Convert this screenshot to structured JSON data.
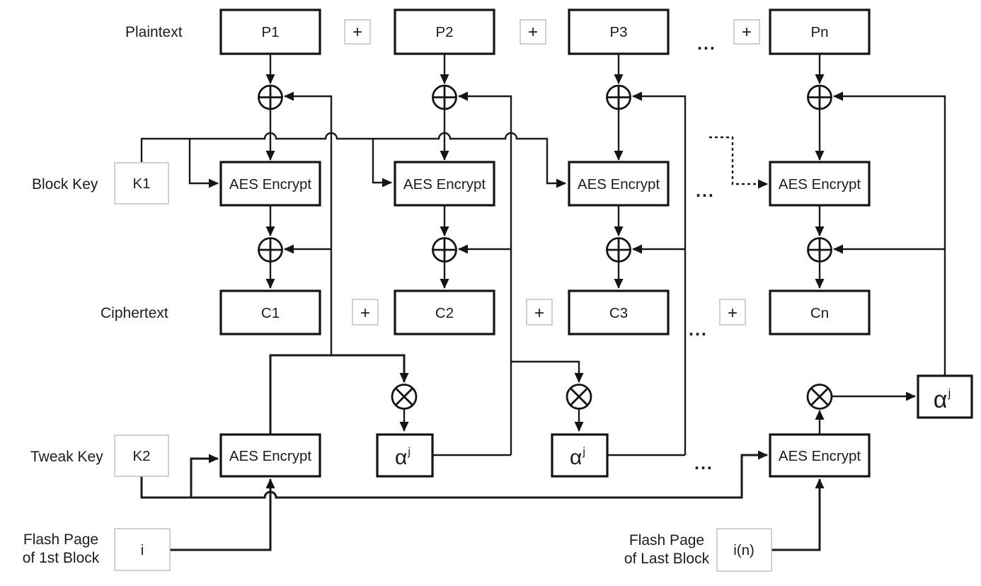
{
  "diagram": {
    "title_implicit": "AES-XTS flash-block encryption diagram",
    "labels": {
      "plaintext": "Plaintext",
      "block_key": "Block Key",
      "ciphertext": "Ciphertext",
      "tweak_key": "Tweak Key",
      "flash_first": {
        "line1": "Flash Page",
        "line2": "of 1st Block"
      },
      "flash_last": {
        "line1": "Flash Page",
        "line2": "of Last Block"
      }
    },
    "plaintext_blocks": [
      "P1",
      "P2",
      "P3",
      "Pn"
    ],
    "ciphertext_blocks": [
      "C1",
      "C2",
      "C3",
      "Cn"
    ],
    "aes_label": "AES Encrypt",
    "keys": {
      "block": "K1",
      "tweak": "K2"
    },
    "tweak_inputs": {
      "first": "i",
      "last": "i(n)"
    },
    "alpha": {
      "base": "α",
      "sup": "j"
    },
    "plus": "+",
    "ellipsis": "...",
    "operators": {
      "xor": "⊕",
      "multiply": "⊗"
    },
    "colors": {
      "background": "#ffffff",
      "line": "#1a1a1a",
      "box_border": "#141414",
      "light_box_border": "#bdbdbd",
      "text": "#1c1c1c"
    }
  }
}
